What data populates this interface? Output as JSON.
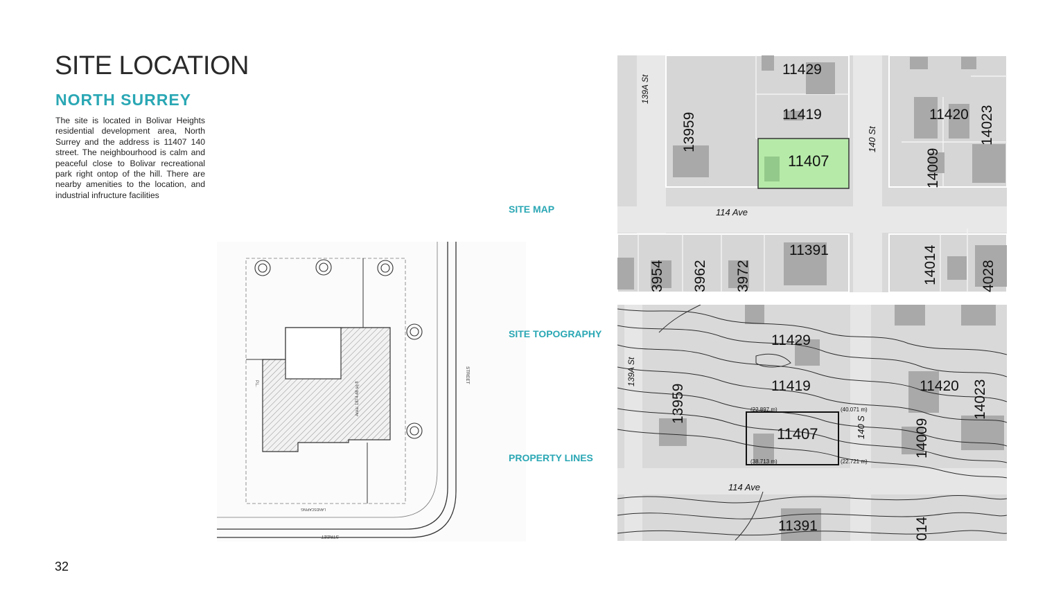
{
  "header": {
    "title": "SITE LOCATION",
    "subtitle": "NORTH SURREY",
    "description": "The site is located in Bolivar Heights residential development area, North Surrey and the address is 11407 140 street. The neighbourhood is calm and peaceful close to Bolivar recreational park right ontop of the hill. There are nearby amenities to the location, and industrial infructure facilities"
  },
  "labels": {
    "site_map": "SITE MAP",
    "site_topography": "SITE TOPOGRAPHY",
    "property_lines": "PROPERTY LINES"
  },
  "site_plan": {
    "area_label": "Area: 1874.48 sq ft",
    "street_bottom": "STREET",
    "street_right": "STREET",
    "landscaping": "LANDSCAPING",
    "pl": "P.L."
  },
  "site_map": {
    "streets": {
      "st_139a": "139A St",
      "st_140": "140 St",
      "ave_114": "114 Ave"
    },
    "lots": {
      "l11429": "11429",
      "l11419": "11419",
      "l11407": "11407",
      "l13959": "13959",
      "l11420": "11420",
      "l14023": "14023",
      "l14009": "14009",
      "l11391": "11391",
      "l3954": "3954",
      "l3962": "3962",
      "l3972": "3972",
      "l14014": "14014",
      "l4028": "4028"
    },
    "highlight_color": "#b6eaa9"
  },
  "topography": {
    "streets": {
      "st_139a": "139A St",
      "st_140": "140 S",
      "ave_114": "114 Ave"
    },
    "lots": {
      "l11429": "11429",
      "l11419": "11419",
      "l11407": "11407",
      "l13959": "13959",
      "l11420": "11420",
      "l14023": "14023",
      "l14009": "14009",
      "l11391": "11391",
      "l014": "014"
    },
    "dims": {
      "d_tl": "(22.897 m)",
      "d_tr": "(40.071 m)",
      "d_bl": "(38.713 m)",
      "d_br": "(22.721 m)"
    }
  },
  "page_number": "32",
  "colors": {
    "accent": "#2aa7b4"
  }
}
